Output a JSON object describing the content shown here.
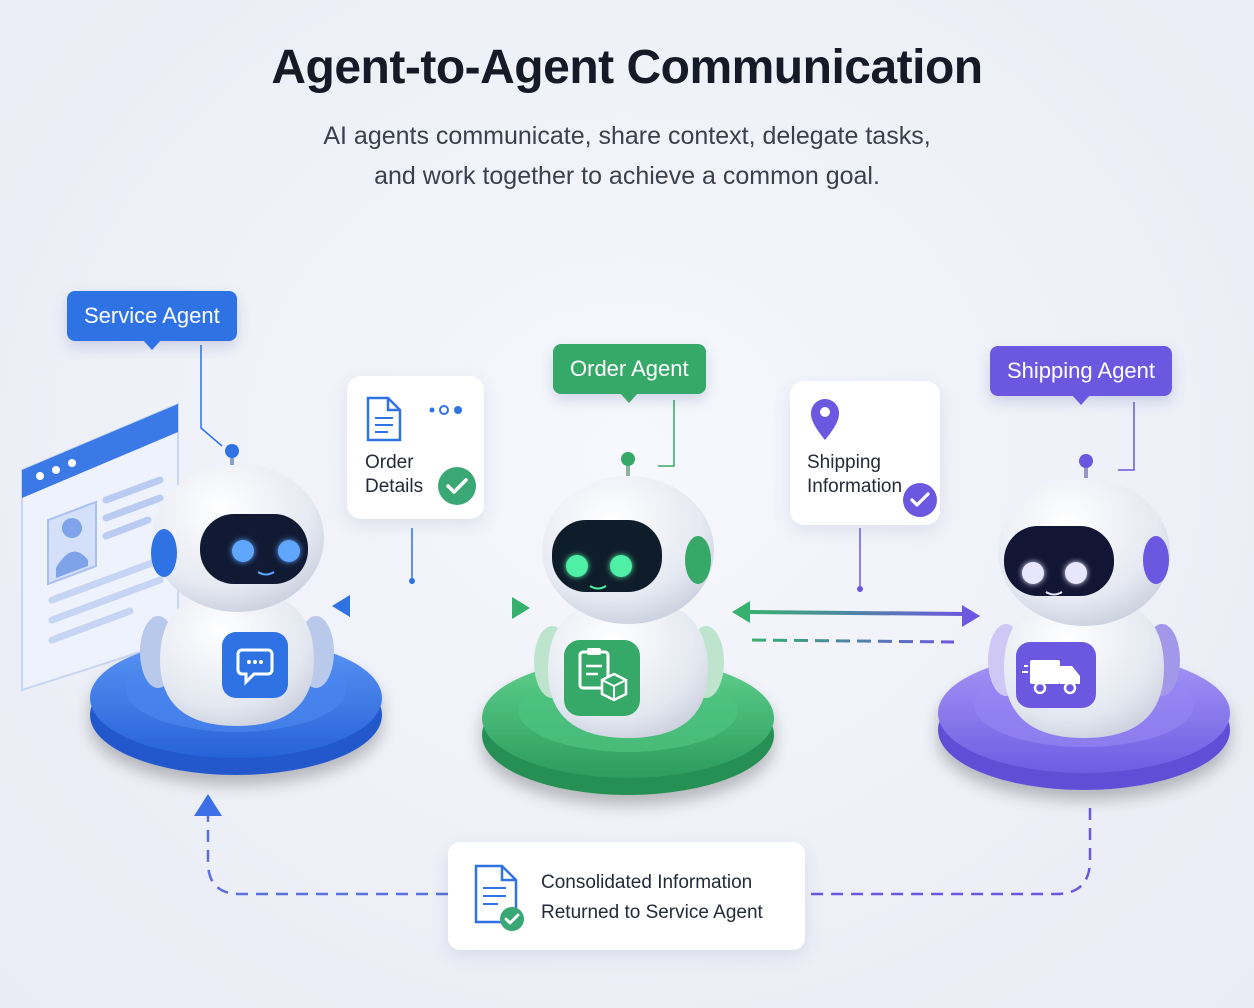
{
  "header": {
    "title": "Agent-to-Agent Communication",
    "subtitle_line1": "AI agents communicate, share context, delegate tasks,",
    "subtitle_line2": "and work together to achieve a common goal."
  },
  "agents": [
    {
      "label": "Service Agent",
      "color": "#2f72e4",
      "badge_icon": "chat-bubble-icon"
    },
    {
      "label": "Order Agent",
      "color": "#36a868",
      "badge_icon": "clipboard-box-icon"
    },
    {
      "label": "Shipping Agent",
      "color": "#6c57e0",
      "badge_icon": "delivery-truck-icon"
    }
  ],
  "messages": {
    "order_details": {
      "line1": "Order",
      "line2": "Details",
      "icon": "document-icon",
      "check_color": "#3aa874"
    },
    "shipping_information": {
      "line1": "Shipping",
      "line2": "Information",
      "icon": "location-pin-icon",
      "check_color": "#6c57e0"
    }
  },
  "result": {
    "line1": "Consolidated Information",
    "line2": "Returned to Service Agent",
    "icon": "document-check-icon"
  },
  "colors": {
    "blue": "#2f72e4",
    "green": "#36a868",
    "purple": "#6c57e0",
    "text_dark": "#161a26"
  }
}
